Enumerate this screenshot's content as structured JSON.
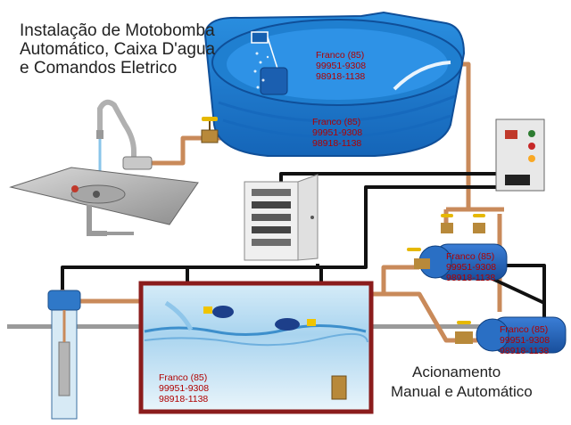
{
  "title": {
    "line1": "Instalação de Motobomba",
    "line2": "Automático, Caixa D'agua",
    "line3": "e Comandos Eletrico"
  },
  "contact": {
    "name": "Franco (85)",
    "phone1": "99951-9308",
    "phone2": "98918-1138"
  },
  "caption": {
    "line1": "Acionamento",
    "line2": "Manual e Automático"
  },
  "colors": {
    "tank_blue": "#1f7fd0",
    "pipe_copper": "#c98a5a",
    "cable_black": "#111111",
    "reservoir_border": "#8b1c1c",
    "water": "#9ccbe8",
    "float_yellow": "#f0c400"
  }
}
